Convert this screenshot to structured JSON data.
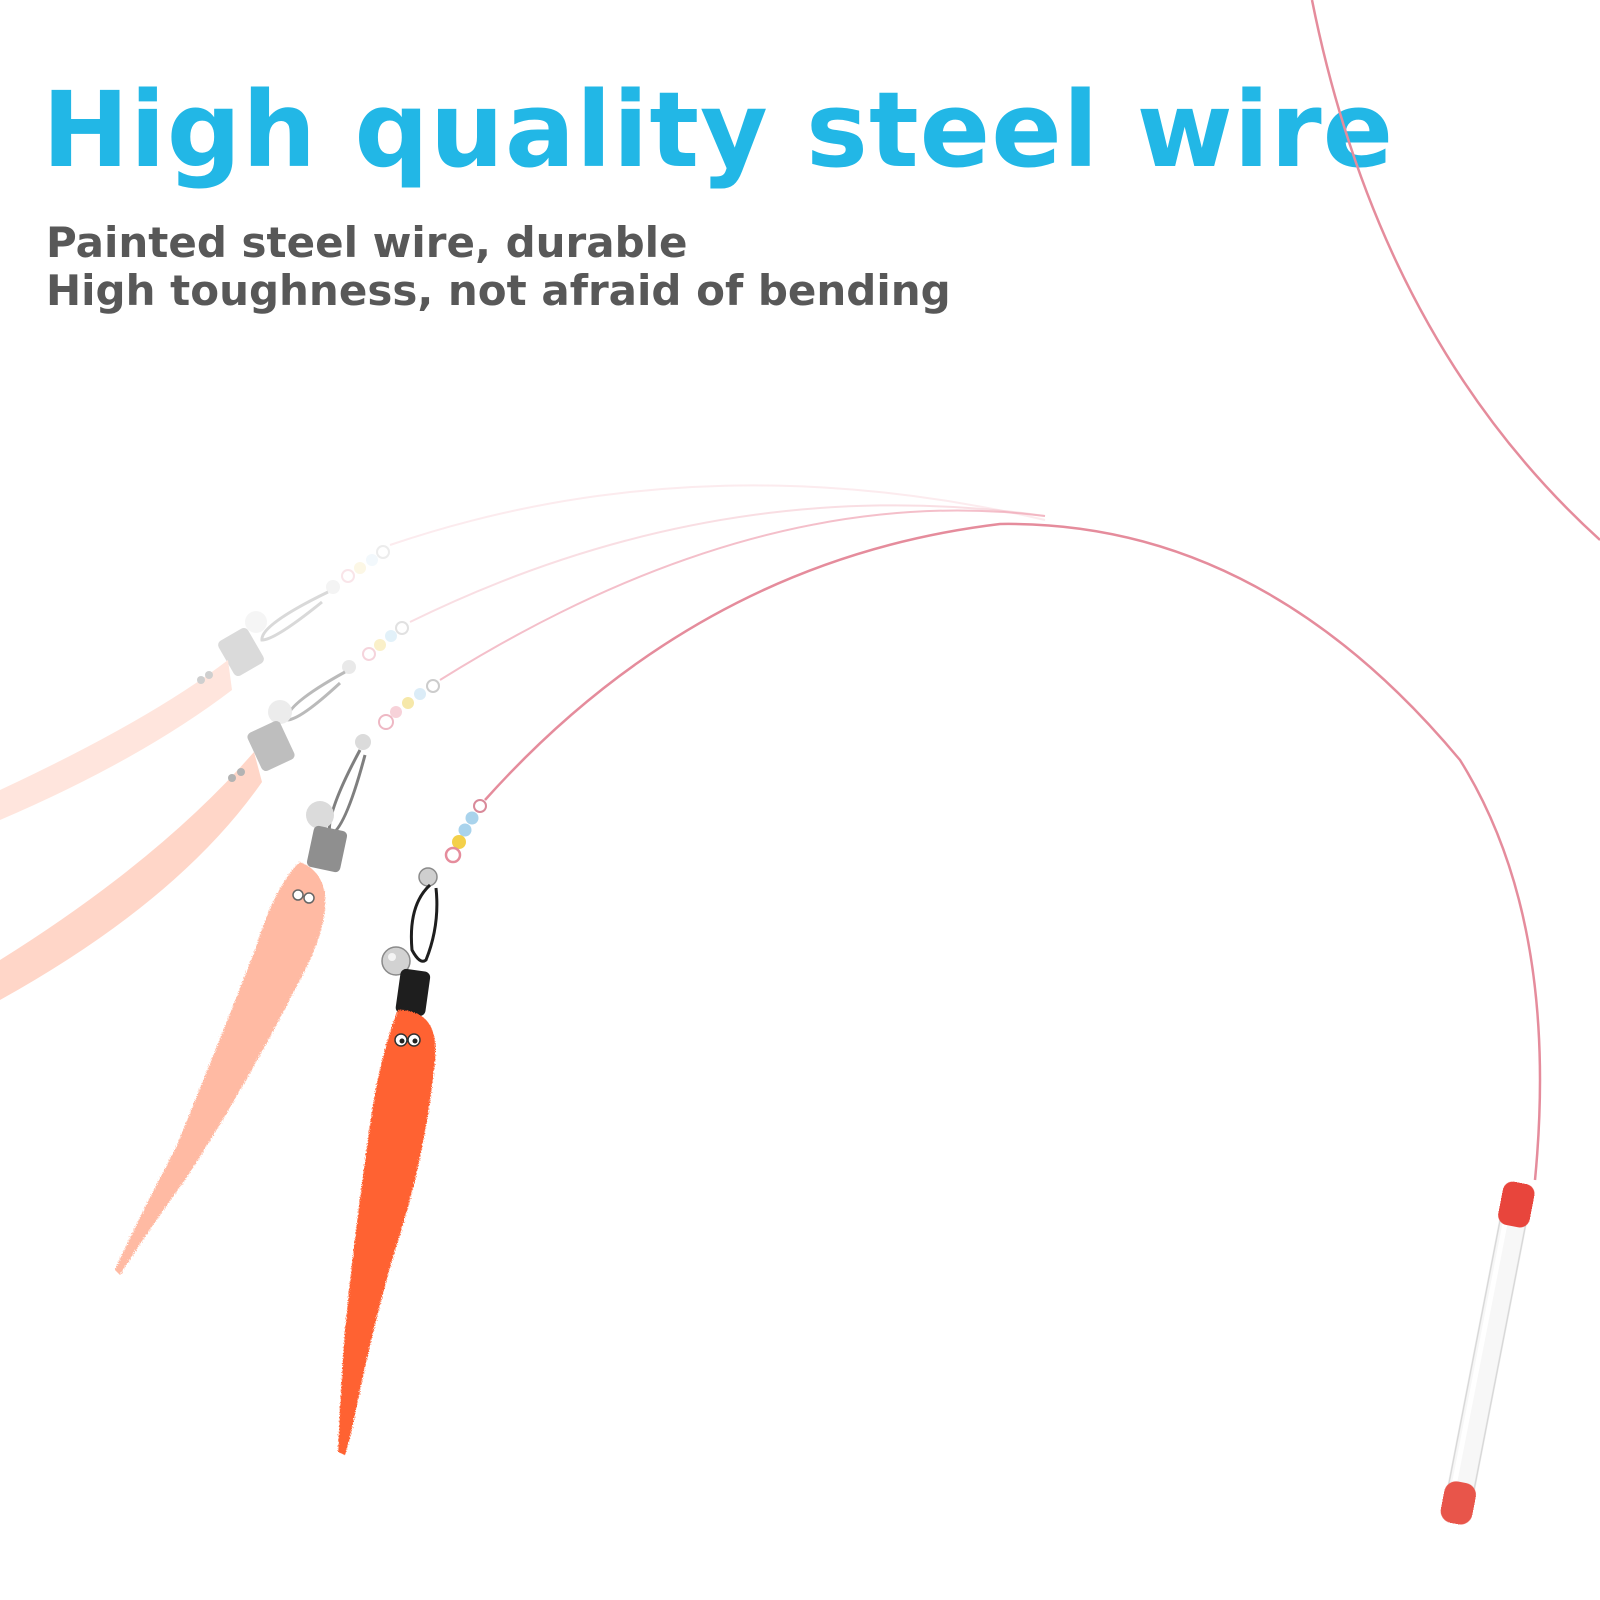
{
  "headline": "High quality steel wire",
  "subtitle_lines": [
    "Painted steel wire, durable",
    "High toughness, not afraid of bending"
  ],
  "colors": {
    "headline": "#22b7e6",
    "subtitle": "#585858",
    "wire": "#e58c9c",
    "worm_main": "#ff6232",
    "worm_faded": "#ffa384",
    "cap_red": "#e8453c"
  },
  "product": {
    "name": "cat-teaser-wand",
    "motion_stages": 4
  }
}
